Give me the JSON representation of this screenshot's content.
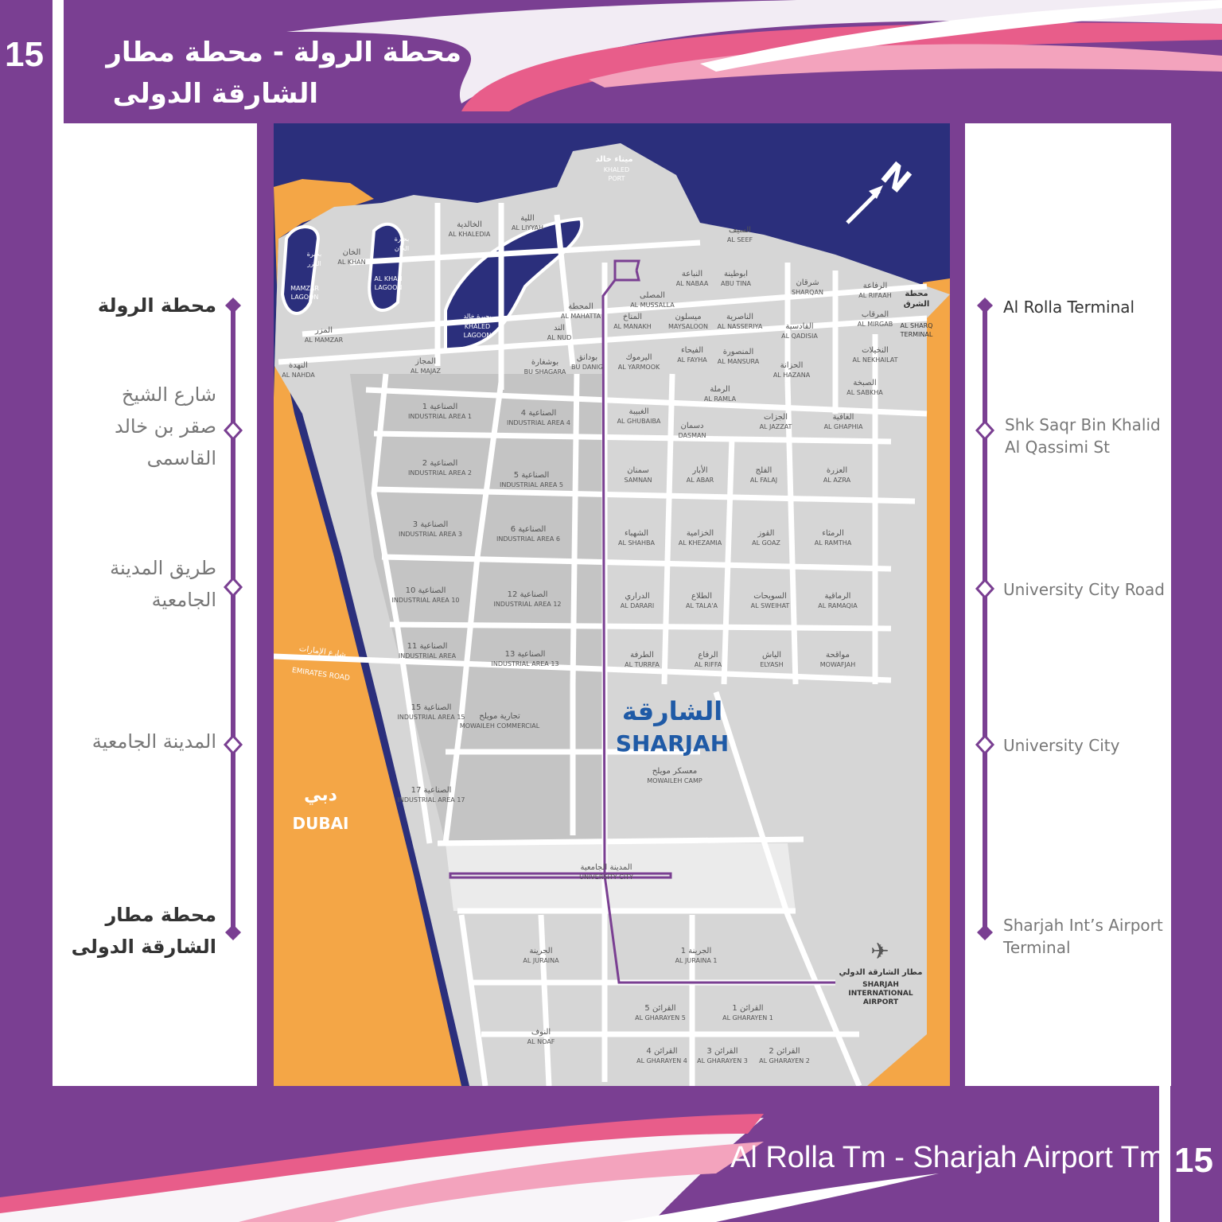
{
  "route_number": "15",
  "header": {
    "title_ar_line1": "محطة الرولة - محطة مطار",
    "title_ar_line2": "الشارقة الدولى"
  },
  "footer": {
    "title_en": "Al Rolla Tm - Sharjah Airport Tm",
    "route_number": "15"
  },
  "colors": {
    "brand_purple": "#7a3f92",
    "accent_pink": "#e85d8a",
    "sea": "#2b2f7c",
    "land_dubai": "#f4a646",
    "city": "#d6d6d6",
    "road": "#ffffff",
    "route": "#7a3f92"
  },
  "stops": [
    {
      "en": "Al Rolla Terminal",
      "ar": "محطة الرولة",
      "type": "terminal",
      "icon": "filled-diamond-icon"
    },
    {
      "en_lines": [
        "Shk Saqr Bin Khalid",
        "Al Qassimi St"
      ],
      "ar_lines": [
        "شارع الشيخ",
        "صقر بن خالد",
        "القاسمى"
      ],
      "type": "stop",
      "icon": "hollow-diamond-icon"
    },
    {
      "en": "University City Road",
      "ar_lines": [
        "طريق المدينة",
        "الجامعية"
      ],
      "type": "stop",
      "icon": "hollow-diamond-icon"
    },
    {
      "en": "University City",
      "ar": "المدينة الجامعية",
      "type": "stop",
      "icon": "hollow-diamond-icon"
    },
    {
      "en_lines": [
        "Sharjah Int’s Airport",
        "Terminal"
      ],
      "ar_lines": [
        "محطة مطار",
        "الشارقة الدولى"
      ],
      "type": "terminal",
      "icon": "filled-diamond-icon"
    }
  ],
  "map": {
    "city_ar": "الشارقة",
    "city_en": "SHARJAH",
    "dubai_ar": "دبي",
    "dubai_en": "DUBAI",
    "emirates_road_ar": "شارع الإمارات",
    "emirates_road_en": "EMIRATES ROAD",
    "north": "N",
    "airport_ar": "مطار الشارقة الدولي",
    "airport_en": [
      "SHARJAH",
      "INTERNATIONAL",
      "AIRPORT"
    ],
    "al_sharq_terminal_ar": [
      "محطة",
      "الشرق"
    ],
    "al_sharq_terminal_en": [
      "AL SHARQ",
      "TERMINAL"
    ],
    "khaled_port": [
      "ميناء خالد",
      "KHALED",
      "PORT"
    ],
    "lagoons": [
      [
        "بحيرة",
        "المزر",
        "MAMZAR",
        "LAGOON"
      ],
      [
        "بحيرة",
        "الخان",
        "AL KHAN",
        "LAGOON"
      ],
      [
        "بحيرة خالد",
        "KHALED",
        "LAGOON"
      ]
    ],
    "districts": [
      [
        "الخالدية",
        "AL KHALEDIA"
      ],
      [
        "اللية",
        "AL LIYYAH"
      ],
      [
        "السيف",
        "AL SEEF"
      ],
      [
        "الخان",
        "AL KHAN"
      ],
      [
        "النباعة",
        "AL NABAA"
      ],
      [
        "ابوطينة",
        "ABU TINA"
      ],
      [
        "شرقان",
        "SHARQAN"
      ],
      [
        "الرفاعة",
        "AL RIFAAH"
      ],
      [
        "المصلى",
        "AL MUSSALLA"
      ],
      [
        "المحطة",
        "AL MAHATTA"
      ],
      [
        "المناخ",
        "AL MANAKH"
      ],
      [
        "ميسلون",
        "MAYSALOON"
      ],
      [
        "الناصرية",
        "AL NASSERIYA"
      ],
      [
        "القادسية",
        "AL QADISIA"
      ],
      [
        "المرقاب",
        "AL MIRGAB"
      ],
      [
        "المزر",
        "AL MAMZAR"
      ],
      [
        "الند",
        "AL NUD"
      ],
      [
        "النهدة",
        "AL NAHDA"
      ],
      [
        "المجاز",
        "AL MAJAZ"
      ],
      [
        "بوشغارة",
        "BU SHAGARA"
      ],
      [
        "بودانق",
        "BU DANIG"
      ],
      [
        "اليرموك",
        "AL YARMOOK"
      ],
      [
        "الفيحاء",
        "AL FAYHA"
      ],
      [
        "المنصورة",
        "AL MANSURA"
      ],
      [
        "الحزانة",
        "AL HAZANA"
      ],
      [
        "النخيلات",
        "AL NEKHAILAT"
      ],
      [
        "الصبخة",
        "AL SABKHA"
      ],
      [
        "الرملة",
        "AL RAMLA"
      ],
      [
        "الغبيبة",
        "AL GHUBAIBA"
      ],
      [
        "دسمان",
        "DASMAN"
      ],
      [
        "الجزات",
        "AL JAZZAT"
      ],
      [
        "الغافية",
        "AL GHAPHIA"
      ],
      [
        "سمنان",
        "SAMNAN"
      ],
      [
        "الأبار",
        "AL ABAR"
      ],
      [
        "الفلج",
        "AL FALAJ"
      ],
      [
        "العزرة",
        "AL AZRA"
      ],
      [
        "الشهباء",
        "AL SHAHBA"
      ],
      [
        "الخزامية",
        "AL KHEZAMIA"
      ],
      [
        "القوز",
        "AL GOAZ"
      ],
      [
        "الرمثاء",
        "AL RAMTHA"
      ],
      [
        "الدراري",
        "AL DARARI"
      ],
      [
        "الطلاع",
        "AL TALA'A"
      ],
      [
        "السويحات",
        "AL SWEIHAT"
      ],
      [
        "الرماقية",
        "AL RAMAQIA"
      ],
      [
        "الطرفة",
        "AL TURRFA"
      ],
      [
        "الرفاع",
        "AL RIFFA"
      ],
      [
        "الياش",
        "ELYASH"
      ],
      [
        "مواقحة",
        "MOWAFJAH"
      ],
      [
        "الصناعية 1",
        "INDUSTRIAL AREA 1"
      ],
      [
        "الصناعية 4",
        "INDUSTRIAL AREA 4"
      ],
      [
        "الصناعية 2",
        "INDUSTRIAL AREA 2"
      ],
      [
        "الصناعية 5",
        "INDUSTRIAL AREA 5"
      ],
      [
        "الصناعية 3",
        "INDUSTRIAL AREA 3"
      ],
      [
        "الصناعية 6",
        "INDUSTRIAL AREA 6"
      ],
      [
        "الصناعية 10",
        "INDUSTRIAL AREA 10"
      ],
      [
        "الصناعية 12",
        "INDUSTRIAL AREA 12"
      ],
      [
        "الصناعية 11",
        "INDUSTRIAL AREA"
      ],
      [
        "الصناعية 13",
        "INDUSTRIAL AREA 13"
      ],
      [
        "الصناعية 15",
        "INDUSTRIAL AREA 15"
      ],
      [
        "تجارية مويلح",
        "MOWAILEH COMMERCIAL"
      ],
      [
        "الصناعية 17",
        "INDUSTRIAL AREA 17"
      ],
      [
        "معسكر مويلح",
        "MOWAILEH CAMP"
      ],
      [
        "المدينة الجامعية",
        "UNIVERSITY CITY"
      ],
      [
        "الجرينة",
        "AL JURAINA"
      ],
      [
        "الجرينة 1",
        "AL JURAINA 1"
      ],
      [
        "القرائن 5",
        "AL GHARAYEN 5"
      ],
      [
        "القرائن 1",
        "AL GHARAYEN 1"
      ],
      [
        "النوف",
        "AL NOAF"
      ],
      [
        "القرائن 4",
        "AL GHARAYEN 4"
      ],
      [
        "القرائن 3",
        "AL GHARAYEN 3"
      ],
      [
        "القرائن 2",
        "AL GHARAYEN 2"
      ]
    ]
  }
}
